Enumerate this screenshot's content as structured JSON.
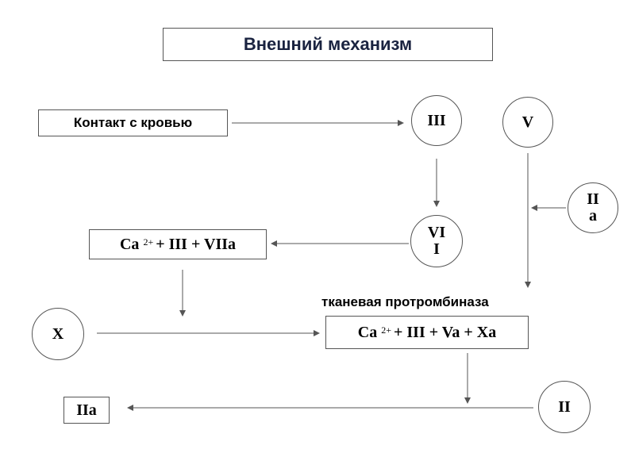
{
  "title": "Внешний механизм",
  "contact": "Контакт с кровью",
  "nodes": {
    "iii": "III",
    "v": "V",
    "iia_line1": "II",
    "iia_line2": "a",
    "vii_line1": "VI",
    "vii_line2": "I",
    "x": "X",
    "ii": "II"
  },
  "complex1": {
    "ca": "Ca",
    "charge": "2+",
    "rest": "+ III + VIIa"
  },
  "tenase_label": "тканевая протромбиназа",
  "complex2": {
    "ca": "Ca",
    "charge": "2+",
    "rest": "+ III + Va + Xa"
  },
  "result": "IIa",
  "colors": {
    "title_text": "#1a2340",
    "border": "#555555",
    "arrow": "#555555"
  }
}
